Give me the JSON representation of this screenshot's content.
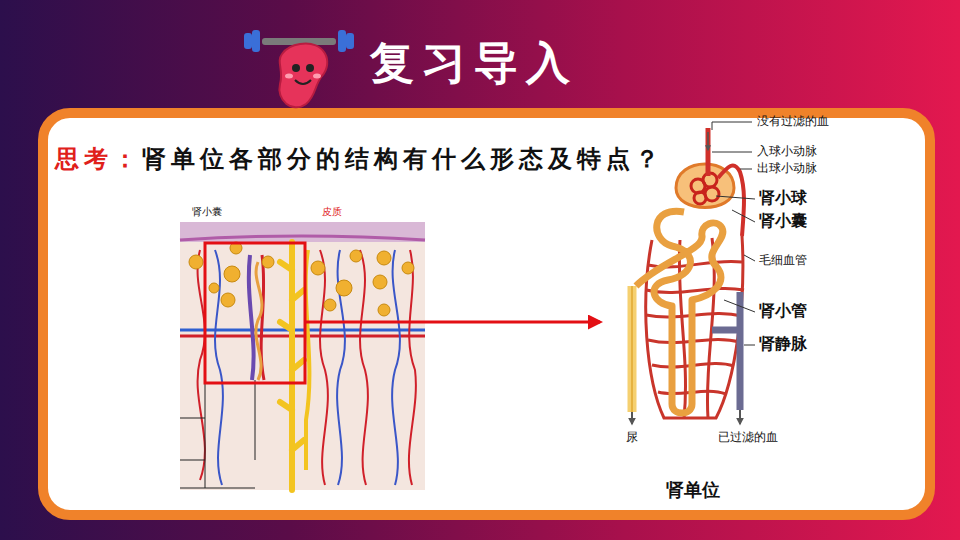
{
  "diagram": {
    "title": "复习导入",
    "caption": "肾单位",
    "labels": [
      "思考：",
      "肾单位各部分的结构有什么形态及特点？",
      "肾小囊",
      "皮质",
      "没有过滤的血",
      "入球小动脉",
      "出球小动脉",
      "肾小球",
      "肾小囊",
      "毛细血管",
      "肾小管",
      "肾静脉",
      "尿",
      "已过滤的血"
    ]
  }
}
